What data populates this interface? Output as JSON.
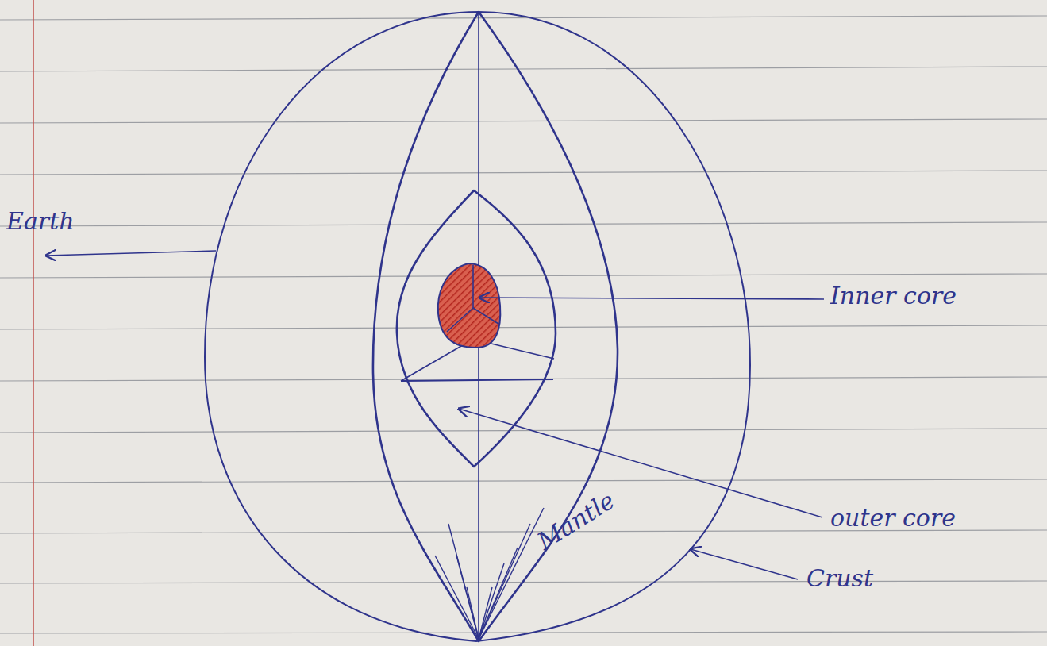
{
  "diagram": {
    "labels": [
      "Earth",
      "Inner core",
      "outer core",
      "Mantle",
      "Crust"
    ]
  }
}
